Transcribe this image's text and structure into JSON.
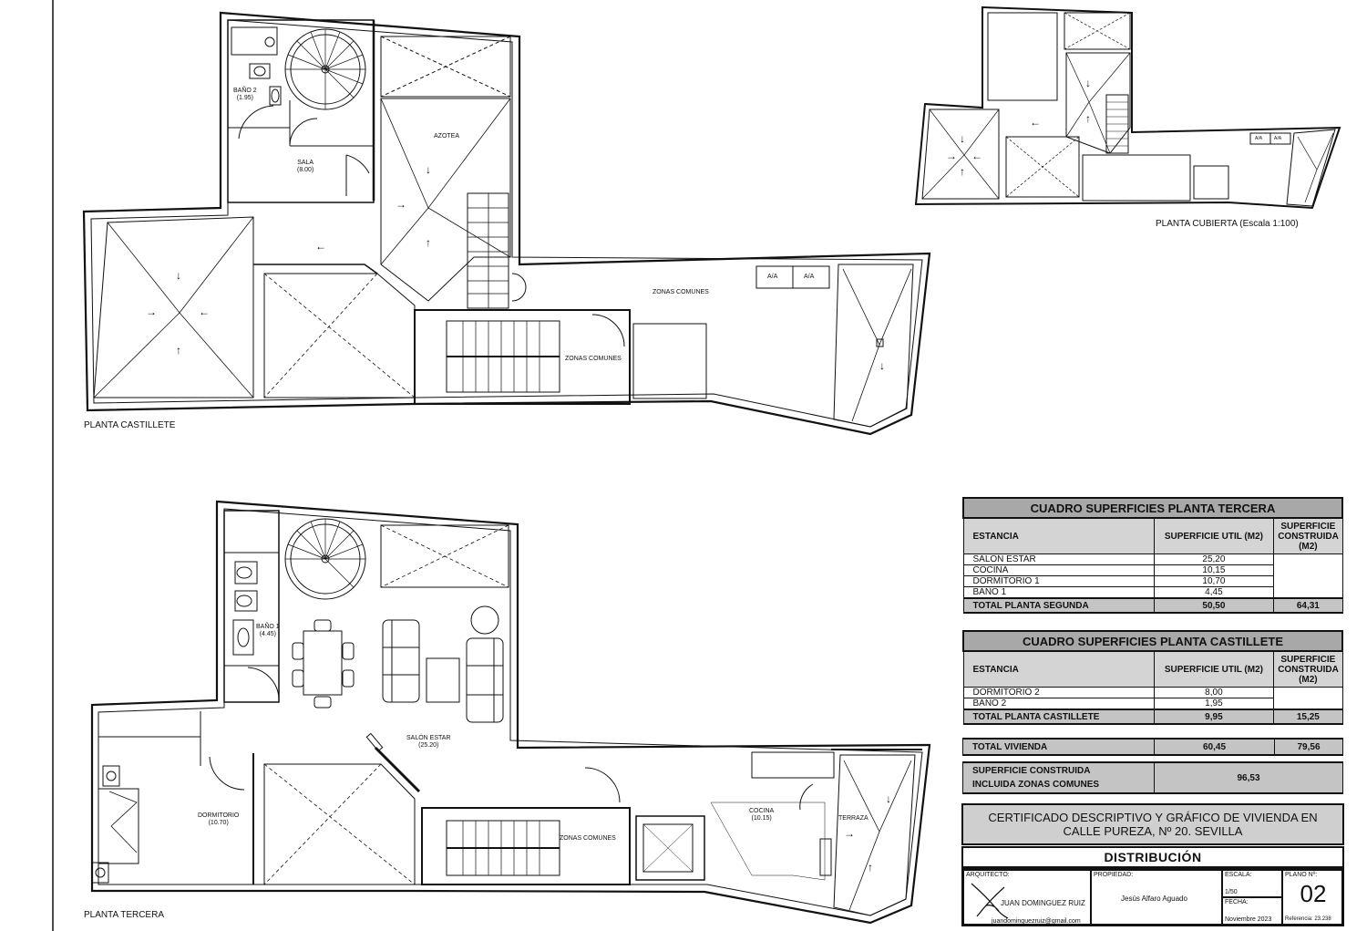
{
  "labels": {
    "azotea": "AZOTEA",
    "bano2": "BAÑO 2",
    "bano2_area": "(1.95)",
    "sala": "SALA",
    "sala_area": "(8.00)",
    "zonas_comunes": "ZONAS COMUNES",
    "zonas_comunes_small": "ZONAS COMUNES",
    "aa": "A/A",
    "planta_castillete": "PLANTA CASTILLETE",
    "planta_cubierta": "PLANTA CUBIERTA (Escala 1:100)",
    "planta_tercera": "PLANTA TERCERA",
    "bano1": "BAÑO 1",
    "bano1_area": "(4.45)",
    "salon": "SALÓN ESTAR",
    "salon_area": "(25.20)",
    "dormitorio": "DORMITORIO",
    "dormitorio_area": "(10.70)",
    "cocina": "COCINA",
    "cocina_area": "(10.15)",
    "terraza": "TERRAZA",
    "zonas_comunes_t": "ZONAS COMUNES"
  },
  "table_tercera": {
    "title": "CUADRO SUPERFICIES PLANTA TERCERA",
    "col1": "ESTANCIA",
    "col2": "SUPERFICIE UTIL (M2)",
    "col3": "SUPERFICIE CONSTRUIDA (M2)",
    "rows": [
      {
        "name": "SALON ESTAR",
        "util": "25,20"
      },
      {
        "name": "COCINA",
        "util": "10,15"
      },
      {
        "name": "DORMITORIO 1",
        "util": "10,70"
      },
      {
        "name": "BAÑO 1",
        "util": "4,45"
      }
    ],
    "total_label": "TOTAL PLANTA SEGUNDA",
    "total_util": "50,50",
    "total_const": "64,31"
  },
  "table_castillete": {
    "title": "CUADRO SUPERFICIES PLANTA CASTILLETE",
    "col1": "ESTANCIA",
    "col2": "SUPERFICIE UTIL (M2)",
    "col3": "SUPERFICIE CONSTRUIDA (M2)",
    "rows": [
      {
        "name": "DORMITORIO 2",
        "util": "8,00"
      },
      {
        "name": "BAÑO 2",
        "util": "1,95"
      }
    ],
    "total_label": "TOTAL PLANTA CASTILLETE",
    "total_util": "9,95",
    "total_const": "15,25"
  },
  "total_vivienda": {
    "label": "TOTAL VIVIENDA",
    "util": "60,45",
    "const": "79,56"
  },
  "sup_construida": {
    "line1": "SUPERFICIE CONSTRUIDA",
    "line2": "INCLUIDA ZONAS COMUNES",
    "value": "96,53"
  },
  "certificado": {
    "line1": "CERTIFICADO DESCRIPTIVO Y GRÁFICO DE VIVIENDA EN",
    "line2": "CALLE PUREZA, Nº 20.  SEVILLA"
  },
  "distribucion": "DISTRIBUCIÓN",
  "title_block": {
    "arquitecto_cap": "ARQUITECTO:",
    "arquitecto": "JUAN DOMINGUEZ RUIZ",
    "email": "juandominguezruiz@gmail.com",
    "propiedad_cap": "PROPIEDAD:",
    "propiedad": "Jesús Alfaro Aguado",
    "escala_cap": "ESCALA:",
    "escala": "1/50",
    "fecha_cap": "FECHA:",
    "fecha": "Noviembre 2023",
    "plano_cap": "PLANO Nº:",
    "plano": "02",
    "referencia": "Referencia: 23.238"
  }
}
